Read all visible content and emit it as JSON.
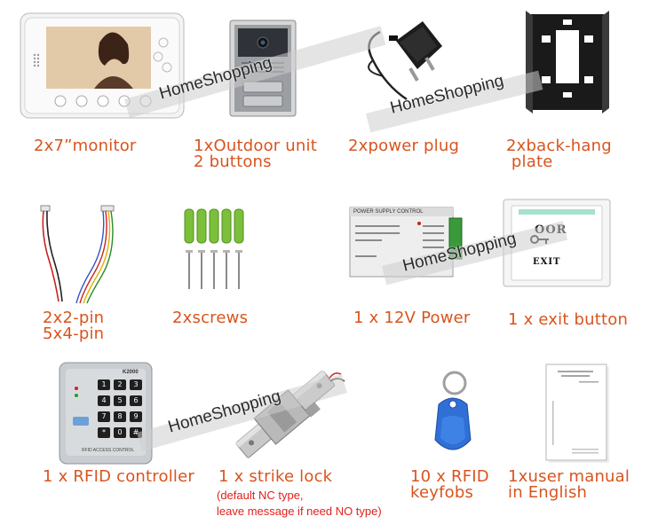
{
  "items": [
    {
      "label": "2x7”monitor"
    },
    {
      "label": "1xOutdoor unit",
      "label2": "2 buttons"
    },
    {
      "label": "2xpower plug"
    },
    {
      "label": "2xback-hang",
      "label2": " plate"
    },
    {
      "label": "2x2-pin",
      "label2": "5x4-pin"
    },
    {
      "label": "2xscrews"
    },
    {
      "label": "1 x 12V Power"
    },
    {
      "label": "1 x exit button"
    },
    {
      "label": "1 x RFID controller"
    },
    {
      "label": "1 x strike lock"
    },
    {
      "label": "10 x RFID",
      "label2": "keyfobs"
    },
    {
      "label": "1xuser manual",
      "label2": "in English"
    }
  ],
  "note": {
    "line1": "(default NC type,",
    "line2": "leave message if need NO type)"
  },
  "watermark": "HomeShopping",
  "device_text": {
    "power_supply_title": "POWER SUPPLY CONTROL",
    "exit_sign_line1": "OOR",
    "exit_sign_line2": "EXIT",
    "keypad_brand": "K2000",
    "keypad_footer": "RFID ACCESS CONTROL",
    "keypad_keys": [
      "1",
      "2",
      "3",
      "4",
      "5",
      "6",
      "7",
      "8",
      "9",
      "*",
      "0",
      "#"
    ]
  },
  "colors": {
    "label": "#d9541e",
    "note": "#e0201b"
  }
}
